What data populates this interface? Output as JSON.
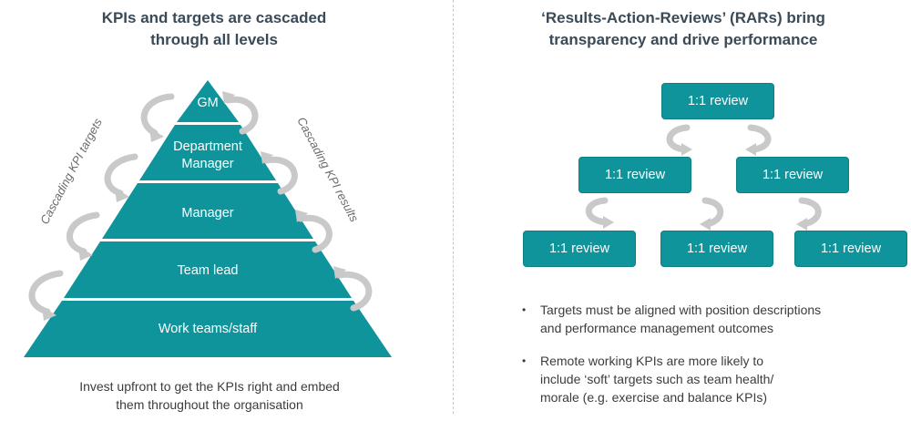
{
  "left": {
    "title_line1": "KPIs and targets are cascaded",
    "title_line2": "through all levels",
    "tiers": [
      "GM",
      "Department",
      "Manager",
      "Manager",
      "Team lead",
      "Work teams/staff"
    ],
    "side_left": "Cascading KPI targets",
    "side_right": "Cascading KPI results",
    "caption_line1": "Invest upfront to get the KPIs right and embed",
    "caption_line2": "them throughout the organisation"
  },
  "right": {
    "title_line1": "‘Results-Action-Reviews’ (RARs) bring",
    "title_line2": "transparency and drive performance",
    "reviews": [
      "1:1 review",
      "1:1 review",
      "1:1 review",
      "1:1 review",
      "1:1 review",
      "1:1 review"
    ],
    "bullets": [
      {
        "line1": "Targets must be aligned with position descriptions",
        "line2": "and performance management outcomes",
        "line3": ""
      },
      {
        "line1": "Remote working KPIs are more likely to",
        "line2": "include ‘soft’ targets such as team health/",
        "line3": "morale (e.g. exercise and balance KPIs)"
      }
    ]
  },
  "colors": {
    "teal": "#10949b",
    "arrow_grey": "#c9c9c9",
    "title": "#3b4a57"
  },
  "icons": [
    "curved-arrow-icon"
  ]
}
